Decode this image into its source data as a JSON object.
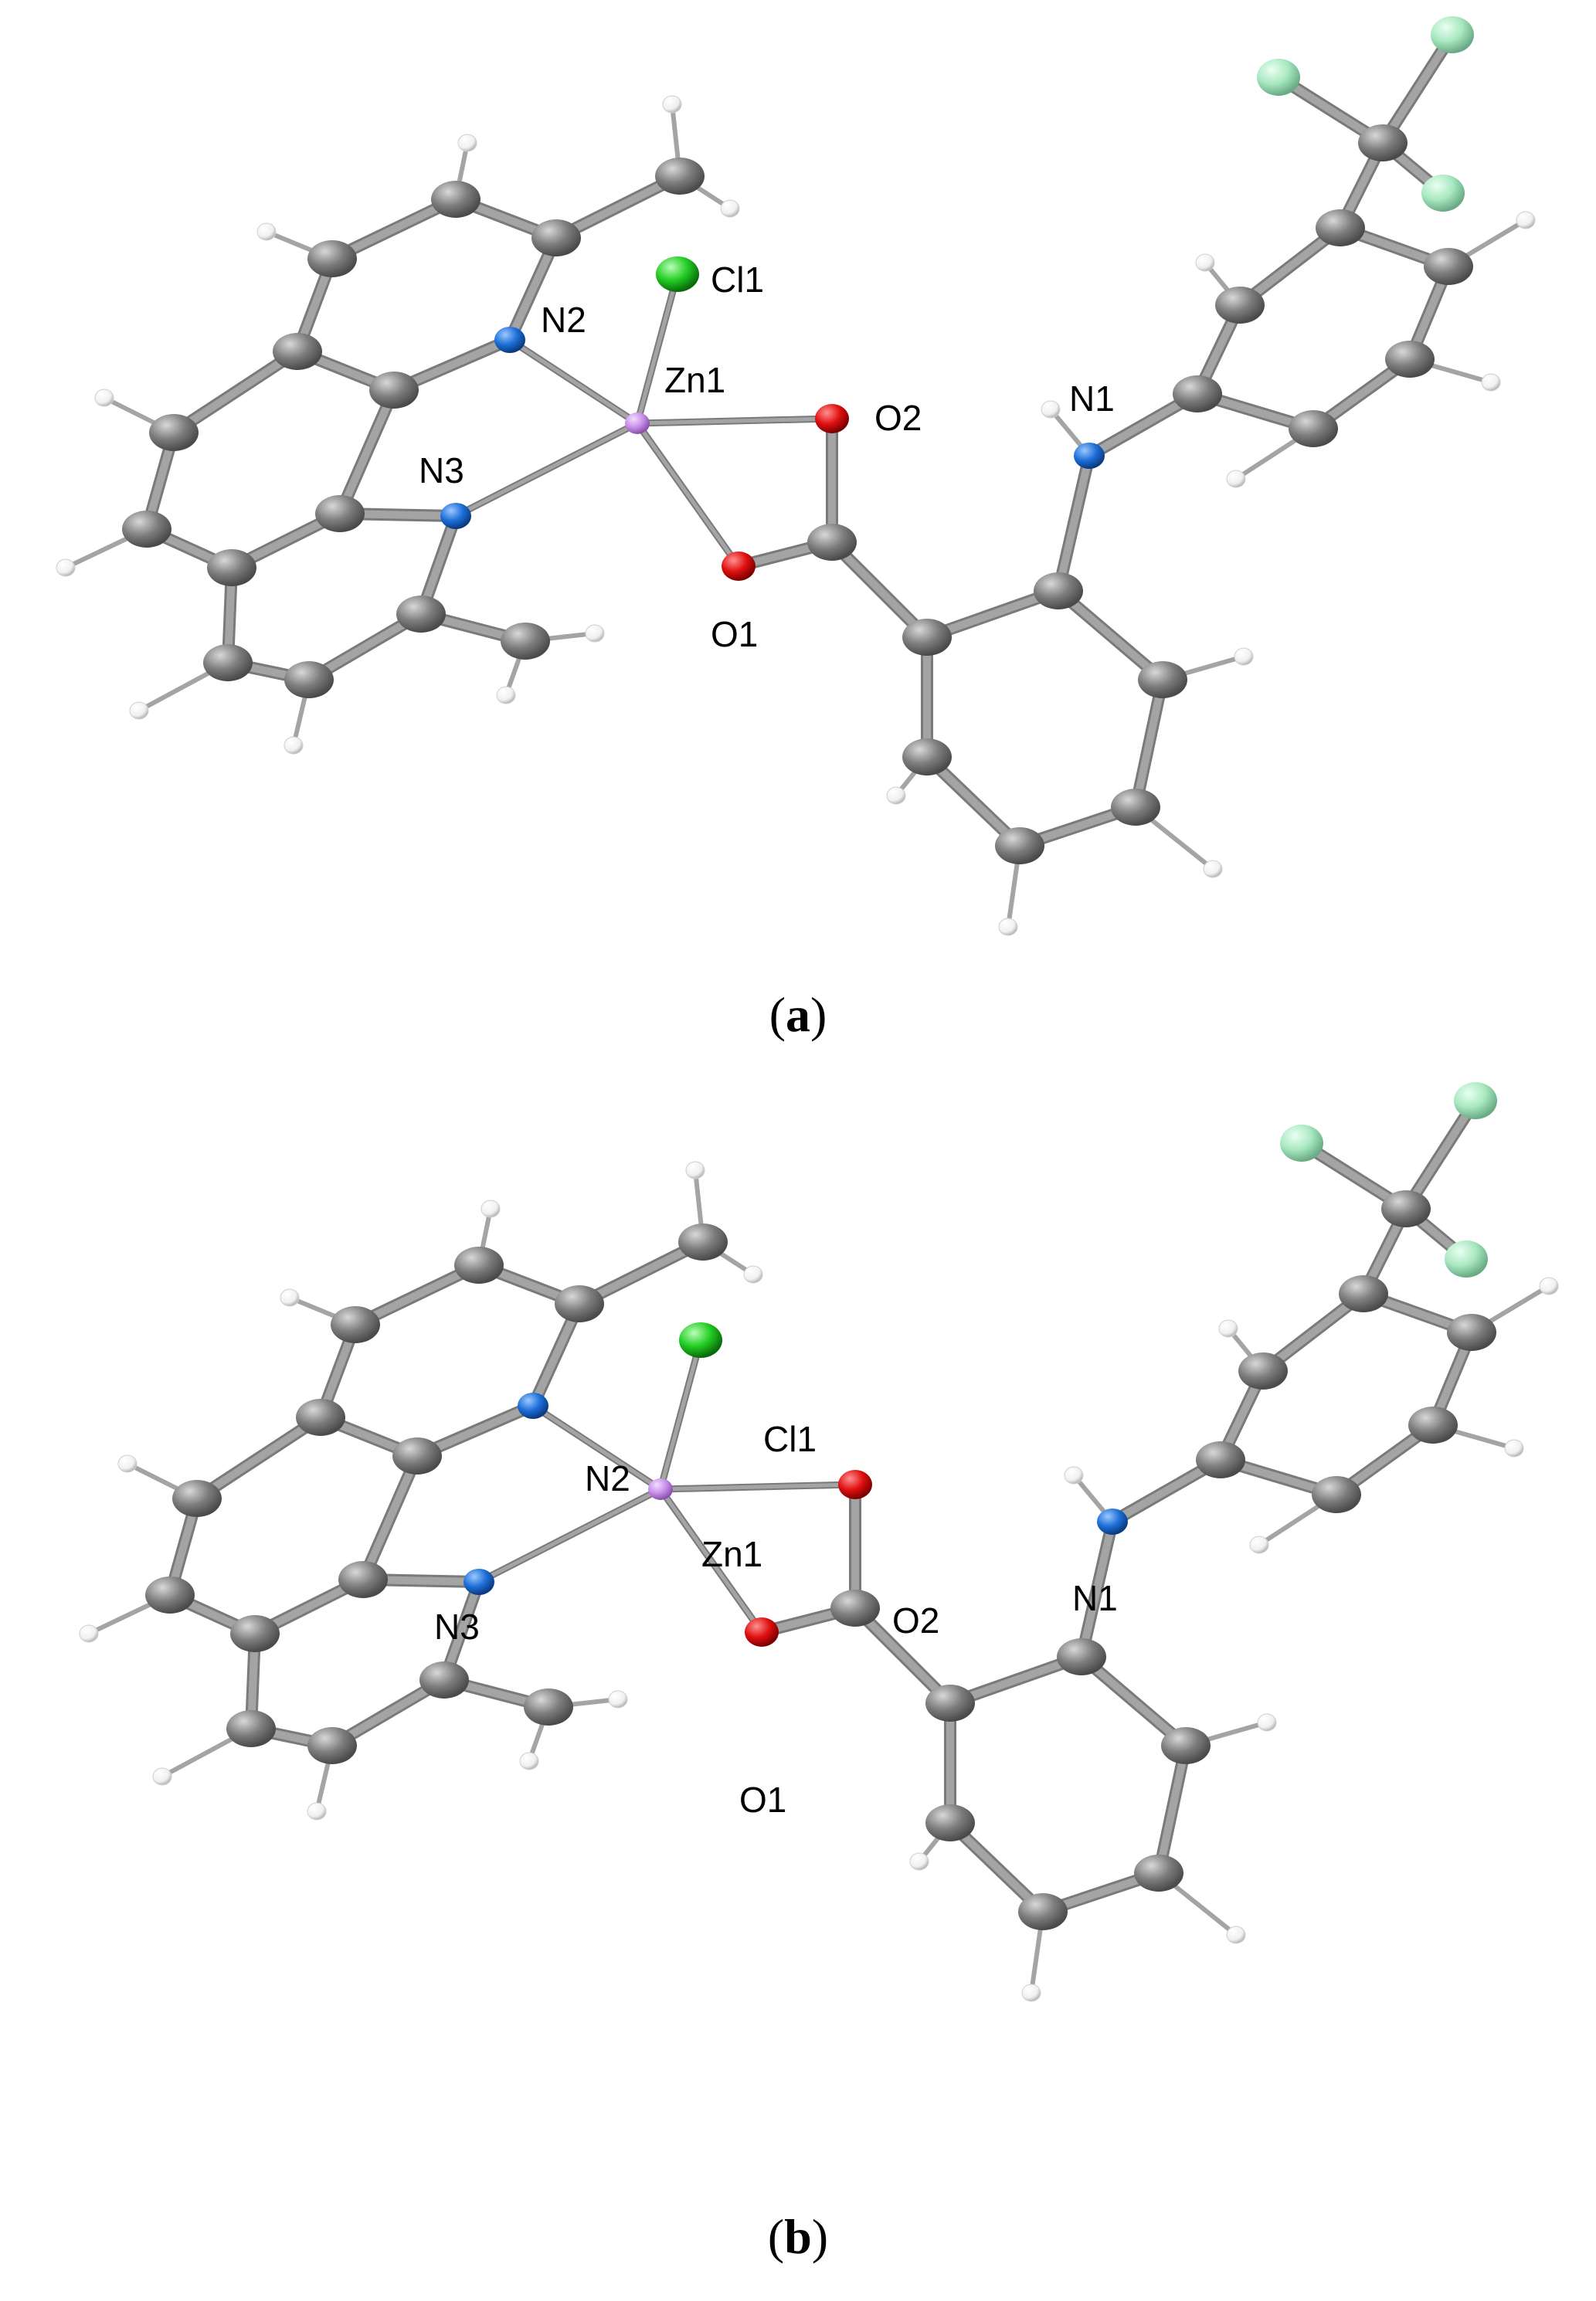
{
  "colors": {
    "bond": "#a4a4a4",
    "bond_dark": "#7a7a7a",
    "carbon": "#7d7d7d",
    "hydrogen": "#ffffff",
    "nitrogen": "#1e6fd9",
    "oxygen": "#e01010",
    "chlorine": "#22cc22",
    "fluorine": "#a8e8c0",
    "zinc": "#c890e8"
  },
  "panels": [
    {
      "id": "a",
      "caption_open": "(",
      "caption_letter": "a",
      "caption_close": ")",
      "labels": {
        "cl1": "Cl1",
        "n2": "N2",
        "zn1": "Zn1",
        "o2": "O2",
        "n1": "N1",
        "n3": "N3",
        "o1": "O1"
      }
    },
    {
      "id": "b",
      "caption_open": "(",
      "caption_letter": "b",
      "caption_close": ")",
      "labels": {
        "cl1": "Cl1",
        "n2": "N2",
        "zn1": "Zn1",
        "o2": "O2",
        "n1": "N1",
        "n3": "N3",
        "o1": "O1"
      }
    }
  ]
}
